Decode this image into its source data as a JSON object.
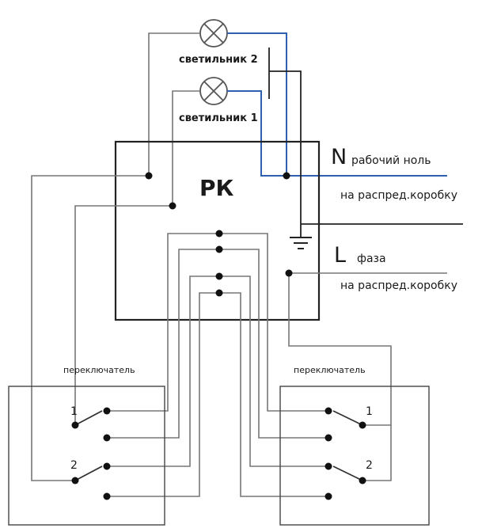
{
  "labels": {
    "lamp2": "светильник 2",
    "lamp1": "светильник 1",
    "rk": "РК",
    "n_letter": "N",
    "n_text": "рабочий ноль",
    "n_dest": "на распред.коробку",
    "l_letter": "L",
    "l_text": "фаза",
    "l_dest": "на распред.коробку",
    "switch_left_title": "переключатель",
    "switch_right_title": "переключатель",
    "sw_left_1": "1",
    "sw_left_2": "2",
    "sw_right_1": "1",
    "sw_right_2": "2"
  },
  "colors": {
    "neutral_wire": "#2f5fb0",
    "wire": "#777777",
    "frame": "#222222"
  }
}
